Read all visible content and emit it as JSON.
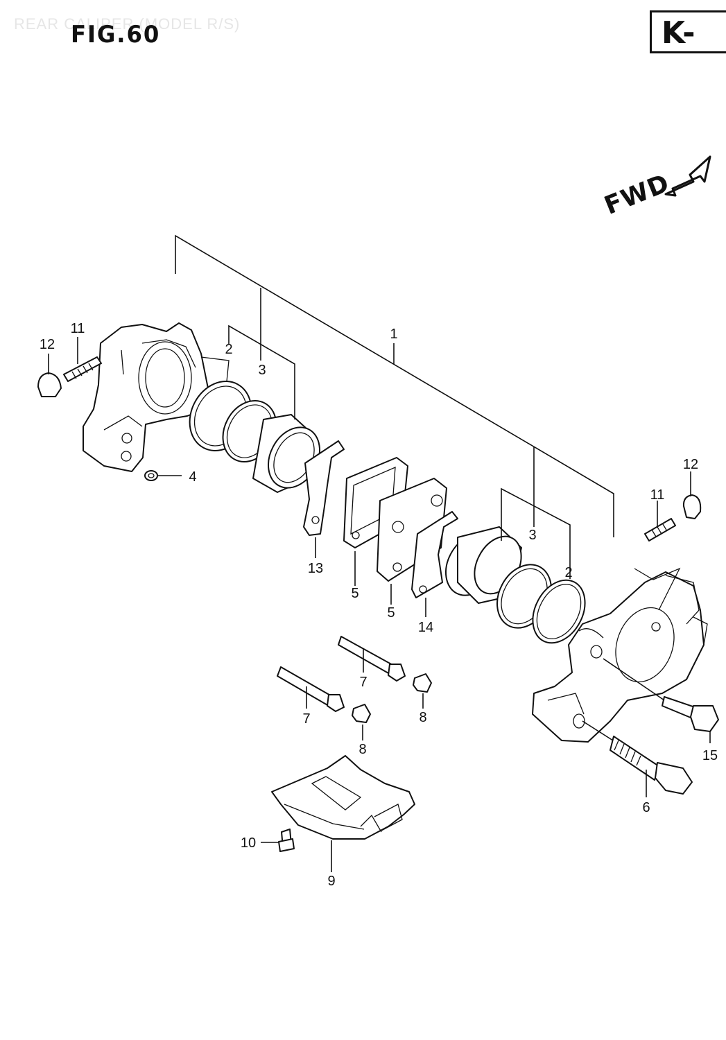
{
  "header": {
    "faint_title": "REAR CALIPER (MODEL R/S)",
    "figure": "FIG.60",
    "model_code": "K-"
  },
  "direction": {
    "label": "FWD",
    "arrow_icon": "forward-arrow-icon"
  },
  "callouts": [
    {
      "id": "c1",
      "label": "1"
    },
    {
      "id": "c2a",
      "label": "2"
    },
    {
      "id": "c2b",
      "label": "2"
    },
    {
      "id": "c3a",
      "label": "3"
    },
    {
      "id": "c3b",
      "label": "3"
    },
    {
      "id": "c4",
      "label": "4"
    },
    {
      "id": "c5a",
      "label": "5"
    },
    {
      "id": "c5b",
      "label": "5"
    },
    {
      "id": "c6",
      "label": "6"
    },
    {
      "id": "c7a",
      "label": "7"
    },
    {
      "id": "c7b",
      "label": "7"
    },
    {
      "id": "c8a",
      "label": "8"
    },
    {
      "id": "c8b",
      "label": "8"
    },
    {
      "id": "c9",
      "label": "9"
    },
    {
      "id": "c10",
      "label": "10"
    },
    {
      "id": "c11a",
      "label": "11"
    },
    {
      "id": "c11b",
      "label": "11"
    },
    {
      "id": "c12a",
      "label": "12"
    },
    {
      "id": "c12b",
      "label": "12"
    },
    {
      "id": "c13",
      "label": "13"
    },
    {
      "id": "c14",
      "label": "14"
    },
    {
      "id": "c15",
      "label": "15"
    }
  ]
}
